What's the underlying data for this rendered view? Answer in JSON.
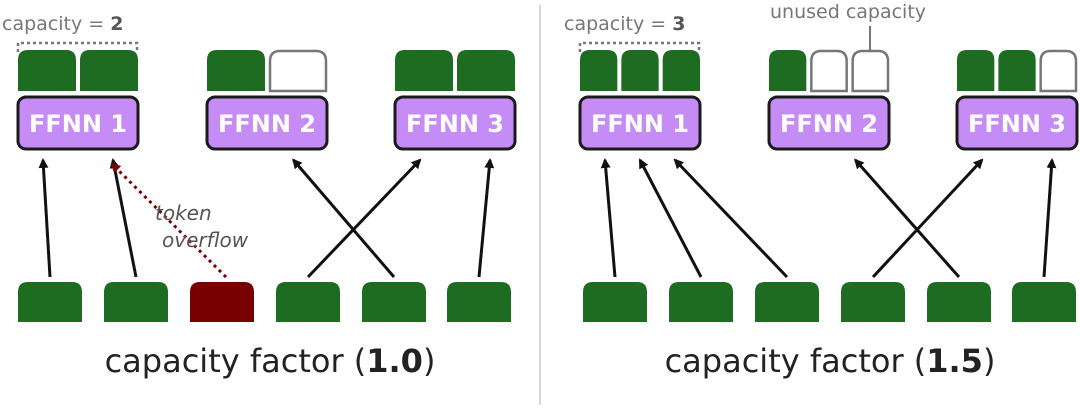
{
  "colors": {
    "token_green": "#1e6b22",
    "overflow_red": "#7a0000",
    "ffnn_fill": "#c58cf5",
    "ffnn_stroke": "#1a1a1a",
    "slot_empty_stroke": "#777777",
    "arrow_black": "#111111",
    "arrow_overflow": "#7a0000",
    "divider": "#cccccc"
  },
  "left_panel": {
    "capacity_prefix": "capacity = ",
    "capacity_value": "2",
    "factor_prefix": "capacity factor (",
    "factor_value": "1.0",
    "factor_suffix": ")",
    "overflow_line1": "token",
    "overflow_line2": "overflow",
    "experts": [
      {
        "label": "FFNN 1",
        "filled_slots": 2,
        "total_slots": 2
      },
      {
        "label": "FFNN 2",
        "filled_slots": 1,
        "total_slots": 2
      },
      {
        "label": "FFNN 3",
        "filled_slots": 2,
        "total_slots": 2
      }
    ],
    "tokens": [
      "routed",
      "routed",
      "overflow",
      "routed",
      "routed",
      "routed"
    ]
  },
  "right_panel": {
    "capacity_prefix": "capacity = ",
    "capacity_value": "3",
    "unused_label": "unused capacity",
    "factor_prefix": "capacity factor (",
    "factor_value": "1.5",
    "factor_suffix": ")",
    "experts": [
      {
        "label": "FFNN 1",
        "filled_slots": 3,
        "total_slots": 3
      },
      {
        "label": "FFNN 2",
        "filled_slots": 1,
        "total_slots": 3
      },
      {
        "label": "FFNN 3",
        "filled_slots": 2,
        "total_slots": 3
      }
    ],
    "tokens": [
      "routed",
      "routed",
      "routed",
      "routed",
      "routed",
      "routed"
    ]
  }
}
